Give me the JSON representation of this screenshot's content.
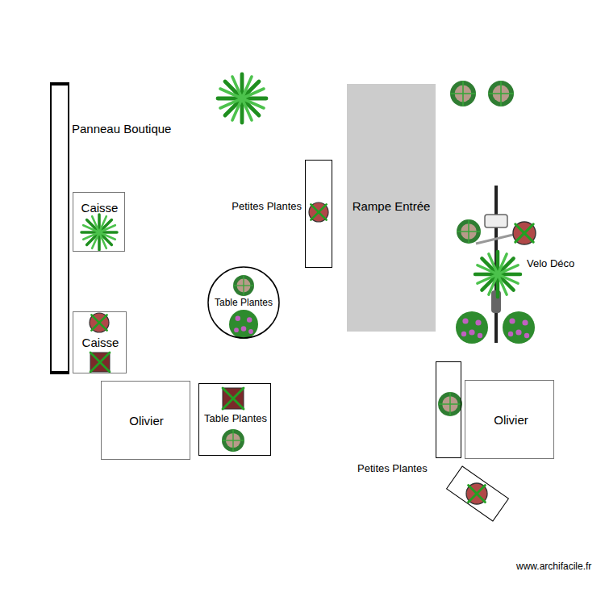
{
  "diagram": {
    "nodes": [
      {
        "text": [
          "Panneau Boutique"
        ]
      },
      {
        "text": [
          "Petites Plantes"
        ]
      },
      {
        "text": [
          "Rampe Entrée"
        ]
      },
      {
        "text": [
          "Caisse"
        ]
      },
      {
        "text": [
          "Table Plantes"
        ]
      },
      {
        "text": [
          "Caisse"
        ]
      },
      {
        "text": [
          "Olivier"
        ]
      },
      {
        "text": [
          "Table Plantes"
        ]
      },
      {
        "text": [
          "Petites Plantes"
        ]
      },
      {
        "text": [
          "Olivier"
        ]
      }
    ],
    "edges": [],
    "labels": [
      "Velo Déco",
      "www.archifacile.fr"
    ]
  }
}
